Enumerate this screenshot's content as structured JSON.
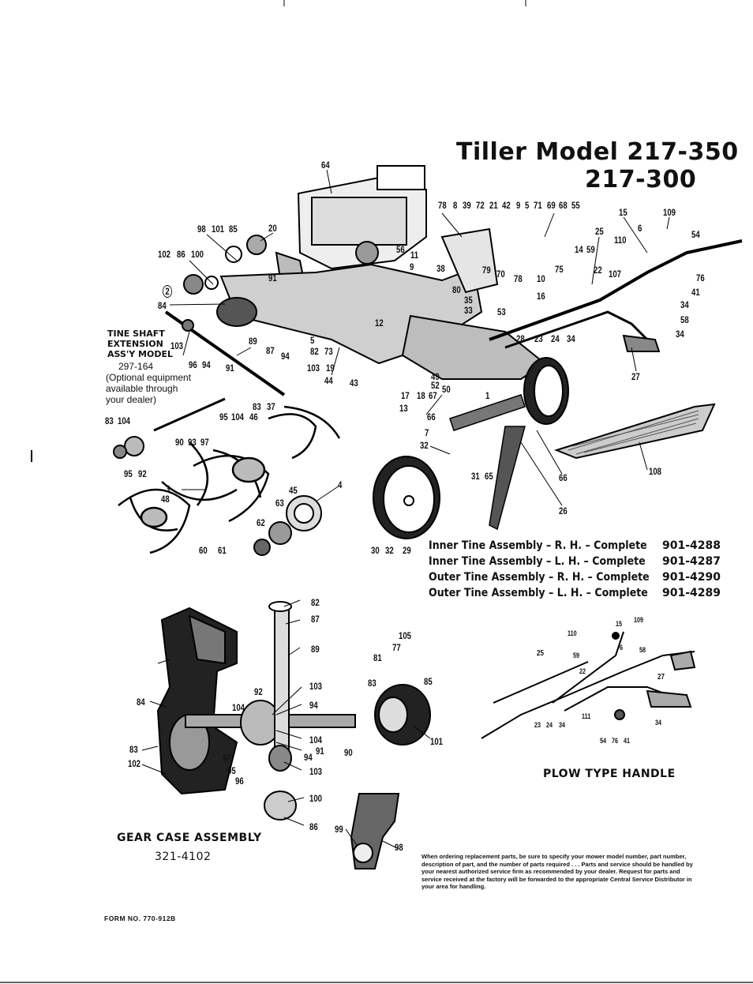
{
  "title": {
    "line1": "Tiller Model 217-350",
    "line2": "217-300"
  },
  "tine_shaft_extension": {
    "line1": "TINE SHAFT",
    "line2": "EXTENSION",
    "line3": "ASS'Y MODEL",
    "model": "297-164",
    "note1": "(Optional equipment",
    "note2": "available through",
    "note3": "your dealer)"
  },
  "tine_assemblies": [
    {
      "description": "Inner Tine Assembly – R. H. – Complete",
      "part_no": "901-4288"
    },
    {
      "description": "Inner Tine Assembly – L. H. – Complete",
      "part_no": "901-4287"
    },
    {
      "description": "Outer Tine Assembly – R. H. – Complete",
      "part_no": "901-4290"
    },
    {
      "description": "Outer Tine Assembly – L. H. – Complete",
      "part_no": "901-4289"
    }
  ],
  "gear_case": {
    "caption": "GEAR CASE ASSEMBLY",
    "part_no": "321-4102"
  },
  "plow_handle": {
    "caption": "PLOW TYPE HANDLE"
  },
  "ordering_note": "When ordering replacement parts, be sure to specify your mower model number, part number, description of part, and the number of parts required . . . Parts and service should be handled by your nearest authorized service firm as recommended by your dealer. Request for parts and service received at the factory will be forwarded to the appropriate Central Service Distributor in your area for handling.",
  "form_number": "FORM NO. 770-912B",
  "callouts": {
    "c64": "64",
    "c98": "98",
    "c101": "101",
    "c85": "85",
    "c20": "20",
    "c102": "102",
    "c86": "86",
    "c100": "100",
    "c2": "2",
    "c84": "84",
    "c78": "78",
    "c8": "8",
    "c39": "39",
    "c72": "72",
    "c21": "21",
    "c42": "42",
    "c9": "9",
    "c5": "5",
    "c71": "71",
    "c69": "69",
    "c68": "68",
    "c55": "55",
    "c15": "15",
    "c109": "109",
    "c6": "6",
    "c54": "54",
    "c25": "25",
    "c110": "110",
    "c56": "56",
    "c11": "11",
    "c91": "91",
    "c14": "14",
    "c59": "59",
    "c38": "38",
    "c79": "79",
    "c70": "70",
    "c75": "75",
    "c22": "22",
    "c107": "107",
    "c76": "76",
    "c41": "41",
    "c34": "34",
    "c58": "58",
    "c16": "16",
    "c10": "10",
    "c80": "80",
    "c35": "35",
    "c33": "33",
    "c53": "53",
    "c12": "12",
    "c103": "103",
    "c89": "89",
    "c87": "87",
    "c82": "82",
    "c73": "73",
    "c96": "96",
    "c94": "94",
    "c19": "19",
    "c44": "44",
    "c43": "43",
    "c28": "28",
    "c23": "23",
    "c24": "24",
    "c27": "27",
    "c49": "49",
    "c52": "52",
    "c50": "50",
    "c17": "17",
    "c18": "18",
    "c67": "67",
    "c1": "1",
    "c13": "13",
    "c83": "83",
    "c37": "37",
    "c95": "95",
    "c104": "104",
    "c46": "46",
    "c66": "66",
    "c7": "7",
    "c32": "32",
    "c31": "31",
    "c65": "65",
    "c108": "108",
    "c90": "90",
    "c93": "93",
    "c97": "97",
    "c92": "92",
    "c3": "3",
    "c48": "48",
    "c45": "45",
    "c4": "4",
    "c63": "63",
    "c62": "62",
    "c60": "60",
    "c61": "61",
    "c26": "26",
    "c30": "30",
    "c29": "29",
    "c105": "105",
    "c77": "77",
    "c81": "81",
    "c99": "99",
    "c111": "111"
  }
}
